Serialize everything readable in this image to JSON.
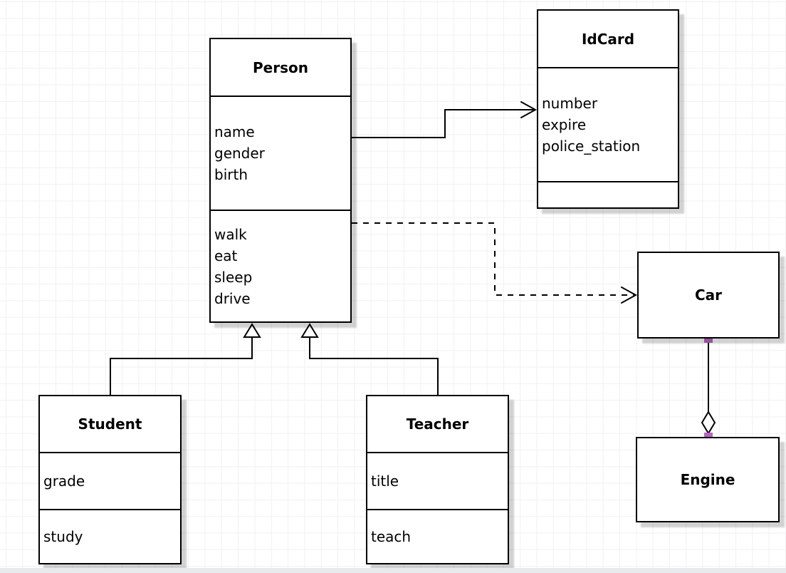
{
  "diagram": {
    "classes": [
      {
        "name": "Person",
        "attributes": [
          "name",
          "gender",
          "birth"
        ],
        "methods": [
          "walk",
          "eat",
          "sleep",
          "drive"
        ]
      },
      {
        "name": "IdCard",
        "attributes": [
          "number",
          "expire",
          "police_station"
        ],
        "methods": []
      },
      {
        "name": "Car",
        "attributes": [],
        "methods": []
      },
      {
        "name": "Engine",
        "attributes": [],
        "methods": []
      },
      {
        "name": "Student",
        "attributes": [
          "grade"
        ],
        "methods": [
          "study"
        ]
      },
      {
        "name": "Teacher",
        "attributes": [
          "title"
        ],
        "methods": [
          "teach"
        ]
      }
    ],
    "relationships": [
      {
        "from": "Person",
        "to": "IdCard",
        "type": "association",
        "line": "solid",
        "end": "open-arrow"
      },
      {
        "from": "Person",
        "to": "Car",
        "type": "dependency",
        "line": "dashed",
        "end": "open-arrow"
      },
      {
        "from": "Student",
        "to": "Person",
        "type": "generalization",
        "line": "solid",
        "end": "hollow-triangle"
      },
      {
        "from": "Teacher",
        "to": "Person",
        "type": "generalization",
        "line": "solid",
        "end": "hollow-triangle"
      },
      {
        "from": "Car",
        "to": "Engine",
        "type": "aggregation",
        "line": "solid",
        "end": "hollow-diamond"
      }
    ],
    "colors": {
      "box_border": "#000000",
      "box_fill": "#ffffff",
      "connector": "#000000",
      "connection_handle": "#b466bd",
      "grid_line": "#f0f1f4",
      "shadow": "#c9c9c9",
      "canvas_bg": "#ffffff"
    }
  }
}
